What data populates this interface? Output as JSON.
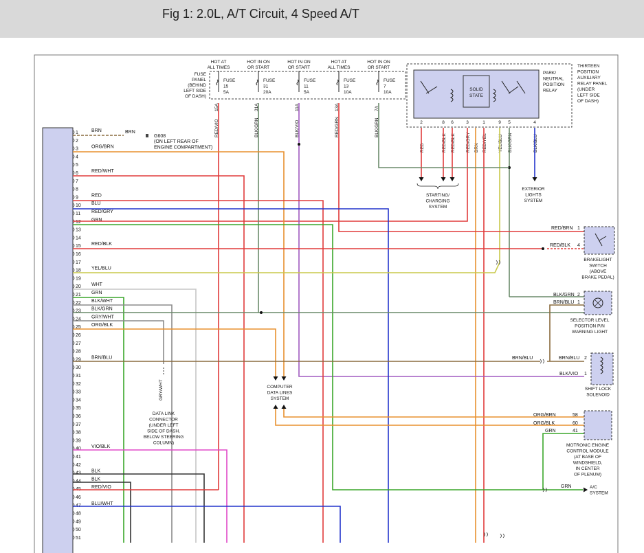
{
  "title": "Fig 1: 2.0L, A/T Circuit, 4 Speed A/T",
  "colors": {
    "BRN": "#8a6b3e",
    "ORG": "#e8902e",
    "RED": "#e03a3a",
    "BLU": "#2233cc",
    "GRN": "#3aa62a",
    "YEL": "#c8c84a",
    "WHT": "#c6c6c6",
    "GRY": "#8c8c8c",
    "VIO": "#a05ac0",
    "BLK": "#333333",
    "PINK": "#e04ac8",
    "DGRN": "#6a8a6a",
    "module": "#cdd0ef"
  },
  "fuse_panel": {
    "label": [
      "FUSE",
      "PANEL",
      "(BEHIND",
      "LEFT SIDE",
      "OF DASH)"
    ],
    "feeds": [
      {
        "hot": [
          "HOT AT",
          "ALL TIMES"
        ],
        "fuse": [
          "FUSE",
          "15",
          "5A"
        ],
        "circuit": "15A",
        "wire": "RED/VIO"
      },
      {
        "hot": [
          "HOT IN ON",
          "OR START"
        ],
        "fuse": [
          "FUSE",
          "31",
          "20A"
        ],
        "circuit": "31A",
        "wire": "BLK/GRN"
      },
      {
        "hot": [
          "HOT IN ON",
          "OR START"
        ],
        "fuse": [
          "FUSE",
          "11",
          "5A"
        ],
        "circuit": "11A",
        "wire": "BLK/VIO"
      },
      {
        "hot": [
          "HOT AT",
          "ALL TIMES"
        ],
        "fuse": [
          "FUSE",
          "13",
          "10A"
        ],
        "circuit": "13A",
        "wire": "RED/GRN"
      },
      {
        "hot": [
          "HOT IN ON",
          "OR START"
        ],
        "fuse": [
          "FUSE",
          "7",
          "10A"
        ],
        "circuit": "7A",
        "wire": "BLK/GRN"
      }
    ]
  },
  "relay": {
    "name": [
      "PARK/",
      "NEUTRAL",
      "POSITION",
      "RELAY"
    ],
    "solid_state": [
      "SOLID",
      "STATE"
    ],
    "panel": [
      "THIRTEEN",
      "POSITION",
      "AUXILIARY",
      "RELAY PANEL",
      "(UNDER",
      "LEFT SIDE",
      "OF DASH)"
    ],
    "pins": [
      {
        "pin": "2",
        "wire": "RED"
      },
      {
        "pin": "8",
        "wire": "RED/BLK"
      },
      {
        "pin": "6",
        "wire": "RED/BLK"
      },
      {
        "pin": "3",
        "wire": "RED/GRY"
      },
      {
        "pin": "",
        "wire": "BRN"
      },
      {
        "pin": "1",
        "wire": "RED/YEL"
      },
      {
        "pin": "9",
        "wire": "YEL/BLU"
      },
      {
        "pin": "5",
        "wire": "BLK/GRN"
      },
      {
        "pin": "4",
        "wire": "BLK/BLU"
      }
    ]
  },
  "pin_rows": [
    {
      "n": "1",
      "wire": "BRN"
    },
    {
      "n": "2",
      "wire": ""
    },
    {
      "n": "3",
      "wire": "ORG/BRN"
    },
    {
      "n": "4",
      "wire": ""
    },
    {
      "n": "5",
      "wire": ""
    },
    {
      "n": "6",
      "wire": "RED/WHT"
    },
    {
      "n": "7",
      "wire": ""
    },
    {
      "n": "8",
      "wire": ""
    },
    {
      "n": "9",
      "wire": "RED"
    },
    {
      "n": "10",
      "wire": "BLU"
    },
    {
      "n": "11",
      "wire": "RED/GRY"
    },
    {
      "n": "12",
      "wire": "GRN"
    },
    {
      "n": "13",
      "wire": ""
    },
    {
      "n": "14",
      "wire": ""
    },
    {
      "n": "15",
      "wire": "RED/BLK"
    },
    {
      "n": "16",
      "wire": ""
    },
    {
      "n": "17",
      "wire": ""
    },
    {
      "n": "18",
      "wire": "YEL/BLU"
    },
    {
      "n": "19",
      "wire": ""
    },
    {
      "n": "20",
      "wire": "WHT"
    },
    {
      "n": "21",
      "wire": "GRN"
    },
    {
      "n": "22",
      "wire": "BLK/WHT"
    },
    {
      "n": "23",
      "wire": "BLK/GRN"
    },
    {
      "n": "24",
      "wire": "GRY/WHT"
    },
    {
      "n": "25",
      "wire": "ORG/BLK"
    },
    {
      "n": "26",
      "wire": ""
    },
    {
      "n": "27",
      "wire": ""
    },
    {
      "n": "28",
      "wire": ""
    },
    {
      "n": "29",
      "wire": "BRN/BLU"
    },
    {
      "n": "30",
      "wire": ""
    },
    {
      "n": "31",
      "wire": ""
    },
    {
      "n": "32",
      "wire": ""
    },
    {
      "n": "33",
      "wire": ""
    },
    {
      "n": "34",
      "wire": ""
    },
    {
      "n": "35",
      "wire": ""
    },
    {
      "n": "36",
      "wire": ""
    },
    {
      "n": "37",
      "wire": ""
    },
    {
      "n": "38",
      "wire": ""
    },
    {
      "n": "39",
      "wire": ""
    },
    {
      "n": "40",
      "wire": "VIO/BLK"
    },
    {
      "n": "41",
      "wire": ""
    },
    {
      "n": "42",
      "wire": ""
    },
    {
      "n": "43",
      "wire": "BLK"
    },
    {
      "n": "44",
      "wire": "BLK"
    },
    {
      "n": "45",
      "wire": "RED/VIO"
    },
    {
      "n": "46",
      "wire": ""
    },
    {
      "n": "47",
      "wire": "BLU/WHT"
    },
    {
      "n": "48",
      "wire": ""
    },
    {
      "n": "49",
      "wire": ""
    },
    {
      "n": "50",
      "wire": ""
    },
    {
      "n": "51",
      "wire": ""
    }
  ],
  "ground": {
    "wire": "BRN",
    "id": "G608",
    "location": [
      "(ON LEFT REAR OF",
      "ENGINE COMPARTMENT)"
    ]
  },
  "starting_charging": [
    "STARTING/",
    "CHARGING",
    "SYSTEM"
  ],
  "exterior_lights": [
    "EXTERIOR",
    "LIGHTS",
    "SYSTEM"
  ],
  "brakelight_switch": {
    "label": [
      "BRAKELIGHT",
      "SWITCH",
      "(ABOVE",
      "BRAKE PEDAL)"
    ],
    "pins": [
      {
        "wire": "RED/BRN",
        "pin": "1"
      },
      {
        "wire": "RED/BLK",
        "pin": "4"
      }
    ]
  },
  "selector_light": {
    "label": [
      "SELECTOR LEVEL",
      "POSITION P/N",
      "WARNING LIGHT"
    ],
    "pins": [
      {
        "wire": "BLK/GRN",
        "pin": "2"
      },
      {
        "wire": "BRN/BLU",
        "pin": "1"
      }
    ]
  },
  "shift_lock": {
    "label": [
      "SHIFT LOCK",
      "SOLENOID"
    ],
    "pins": [
      {
        "wire": "BRN/BLU",
        "pin": "2"
      },
      {
        "wire": "BLK/VIO",
        "pin": "1"
      }
    ],
    "splice_wire": "BRN/BLU"
  },
  "computer_data": [
    "COMPUTER",
    "DATA LINES",
    "SYSTEM"
  ],
  "data_link": {
    "wire": "GRY/WHT",
    "label": [
      "DATA LINK",
      "CONNECTOR",
      "(UNDER LEFT",
      "SIDE OF DASH,",
      "BELOW STEERING",
      "COLUMN)"
    ]
  },
  "ecm": {
    "label": [
      "MOTRONIC ENGINE",
      "CONTROL MODULE",
      "(AT BASE OF",
      "WINDSHIELD,",
      "IN CENTER",
      "OF PLENUM)"
    ],
    "pins": [
      {
        "wire": "ORG/BRN",
        "pin": "58"
      },
      {
        "wire": "ORG/BLK",
        "pin": "60"
      },
      {
        "wire": "GRN",
        "pin": "41"
      }
    ]
  },
  "ac": {
    "wire": "GRN",
    "label": [
      "A/C",
      "SYSTEM"
    ]
  }
}
